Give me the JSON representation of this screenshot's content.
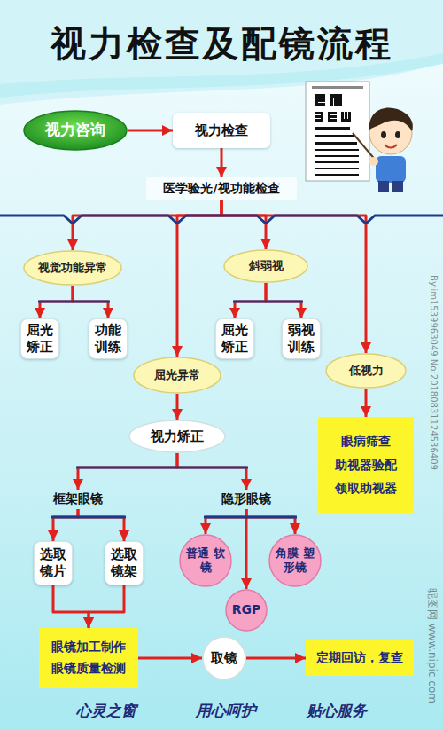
{
  "diagram": {
    "title": "视力检查及配镜流程",
    "nodes": [
      {
        "text": [
          "视力咨询"
        ]
      },
      {
        "text": [
          "视力检查"
        ]
      },
      {
        "text": [
          "医学验光/视功能检查"
        ]
      },
      {
        "text": [
          "视觉功能异常"
        ]
      },
      {
        "text": [
          "斜弱视"
        ]
      },
      {
        "text": [
          "屈光 矫正"
        ]
      },
      {
        "text": [
          "功能 训练"
        ]
      },
      {
        "text": [
          "屈光异常"
        ]
      },
      {
        "text": [
          "屈光 矫正"
        ]
      },
      {
        "text": [
          "弱视 训练"
        ]
      },
      {
        "text": [
          "低视力"
        ]
      },
      {
        "text": [
          "视力矫正"
        ]
      },
      {
        "text": [
          "眼病筛查",
          "助视器验配",
          "领取助视器"
        ]
      },
      {
        "text": [
          "框架眼镜"
        ]
      },
      {
        "text": [
          "隐形眼镜"
        ]
      },
      {
        "text": [
          "选取 镜片"
        ]
      },
      {
        "text": [
          "选取 镜架"
        ]
      },
      {
        "text": [
          "普通 软镜"
        ]
      },
      {
        "text": [
          "角膜 塑形镜"
        ]
      },
      {
        "text": [
          "RGP"
        ]
      },
      {
        "text": [
          "眼镜加工制作",
          "眼镜质量检测"
        ]
      },
      {
        "text": [
          "取镜"
        ]
      },
      {
        "text": [
          "定期回访，复查"
        ]
      }
    ],
    "edges": [
      {
        "from": 0,
        "to": 1,
        "arrow": "to"
      },
      {
        "from": 1,
        "to": 2,
        "arrow": "to"
      },
      {
        "from": 2,
        "to": 3,
        "arrow": "to"
      },
      {
        "from": 2,
        "to": 7,
        "arrow": "to"
      },
      {
        "from": 2,
        "to": 4,
        "arrow": "to"
      },
      {
        "from": 2,
        "to": 10,
        "arrow": "to"
      },
      {
        "from": 3,
        "to": 5,
        "arrow": "to"
      },
      {
        "from": 3,
        "to": 6,
        "arrow": "to"
      },
      {
        "from": 4,
        "to": 8,
        "arrow": "to"
      },
      {
        "from": 4,
        "to": 9,
        "arrow": "to"
      },
      {
        "from": 7,
        "to": 11,
        "arrow": "to"
      },
      {
        "from": 10,
        "to": 12,
        "arrow": "to"
      },
      {
        "from": 11,
        "to": 13,
        "arrow": "to"
      },
      {
        "from": 11,
        "to": 14,
        "arrow": "to"
      },
      {
        "from": 13,
        "to": 15,
        "arrow": "to"
      },
      {
        "from": 13,
        "to": 16,
        "arrow": "to"
      },
      {
        "from": 14,
        "to": 17,
        "arrow": "to"
      },
      {
        "from": 14,
        "to": 18,
        "arrow": "to"
      },
      {
        "from": 14,
        "to": 19,
        "arrow": "to"
      },
      {
        "from": 15,
        "to": 20,
        "arrow": "to"
      },
      {
        "from": 16,
        "to": 20,
        "arrow": "to"
      },
      {
        "from": 20,
        "to": 21,
        "arrow": "to"
      },
      {
        "from": 21,
        "to": 22,
        "arrow": "to"
      }
    ],
    "labels": [
      "心灵之窗",
      "用心呵护",
      "贴心服务",
      "By:im1539963049 No:20180831124536409",
      "昵图网 www.nipic.com"
    ]
  }
}
